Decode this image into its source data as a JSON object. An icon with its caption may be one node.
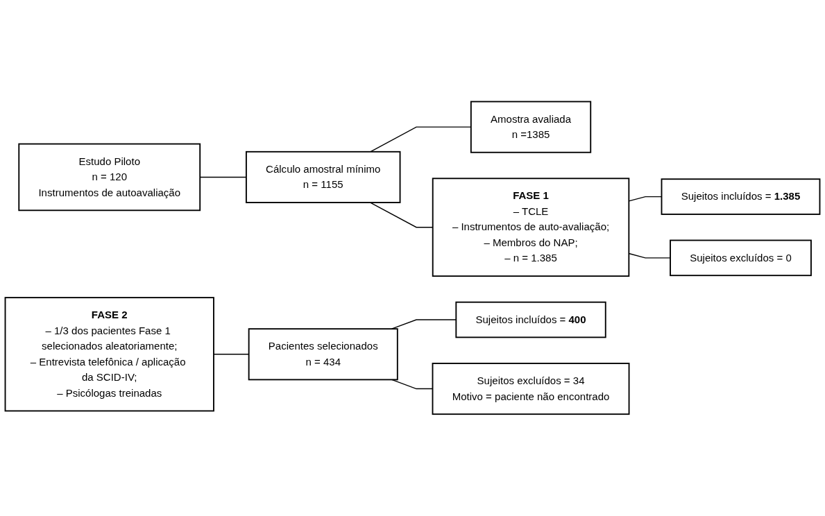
{
  "diagram": {
    "nodes": [
      {
        "text": [
          "Estudo Piloto",
          "n = 120",
          "Instrumentos de autoavaliação"
        ]
      },
      {
        "text": [
          "Cálculo amostral mínimo",
          "n = 1155"
        ]
      },
      {
        "text": [
          "Amostra avaliada",
          "n =1385"
        ]
      },
      {
        "text": [
          "FASE 1",
          "– TCLE",
          "– Instrumentos de auto-avaliação;",
          "– Membros do NAP;",
          "– n = 1.385"
        ]
      },
      {
        "text": [
          "Sujeitos incluídos = **1.385**"
        ]
      },
      {
        "text": [
          "Sujeitos excluídos = 0"
        ]
      },
      {
        "text": [
          "FASE 2",
          "– 1/3 dos pacientes Fase 1 selecionados aleatoriamente;",
          "– Entrevista telefônica / aplicação da SCID-IV;",
          "– Psicólogas treinadas"
        ]
      },
      {
        "text": [
          "Pacientes selecionados",
          "n = 434"
        ]
      },
      {
        "text": [
          "Sujeitos incluídos = **400**"
        ]
      },
      {
        "text": [
          "Sujeitos excluídos = 34",
          "Motivo = paciente não encontrado"
        ]
      }
    ],
    "edges": [
      {
        "from": 0,
        "to": 1,
        "arrow": "none"
      },
      {
        "from": 1,
        "to": 2,
        "arrow": "none"
      },
      {
        "from": 1,
        "to": 3,
        "arrow": "none"
      },
      {
        "from": 3,
        "to": 4,
        "arrow": "none"
      },
      {
        "from": 3,
        "to": 5,
        "arrow": "none"
      },
      {
        "from": 6,
        "to": 7,
        "arrow": "none"
      },
      {
        "from": 7,
        "to": 8,
        "arrow": "none"
      },
      {
        "from": 7,
        "to": 9,
        "arrow": "none"
      }
    ]
  }
}
